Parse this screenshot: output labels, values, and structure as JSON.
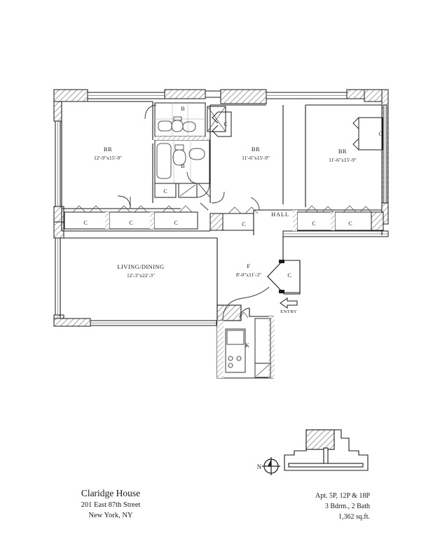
{
  "document": {
    "type": "apartment-floor-plan"
  },
  "rooms": [
    {
      "id": "br-left",
      "name": "BR",
      "dim": "12'-9\"x15'-9\""
    },
    {
      "id": "br-mid",
      "name": "BR",
      "dim": "11'-6\"x15'-9\""
    },
    {
      "id": "br-right",
      "name": "BR",
      "dim": "11'-6\"x15'-9\""
    },
    {
      "id": "living",
      "name": "LIVING/DINING",
      "dim": "12'-3\"x22'-3\""
    },
    {
      "id": "foyer",
      "name": "F",
      "dim": "8'-0\"x11'-3\""
    }
  ],
  "tags": {
    "bath": "B",
    "closet": "C",
    "kitchen": "K",
    "hall": "HALL",
    "entry": "ENTRY",
    "north": "N"
  },
  "closets": [
    {
      "id": "c-bath-sm"
    },
    {
      "id": "c-bath-lo"
    },
    {
      "id": "c-br-mid-top"
    },
    {
      "id": "c-br-right"
    },
    {
      "id": "c-hall-1"
    },
    {
      "id": "c-hall-2"
    },
    {
      "id": "c-hall-3"
    },
    {
      "id": "c-hall-4"
    },
    {
      "id": "c-hall-5"
    },
    {
      "id": "c-hall-6"
    },
    {
      "id": "c-foyer"
    }
  ],
  "baths": [
    {
      "id": "bath-upper"
    },
    {
      "id": "bath-lower"
    }
  ],
  "caption_left": {
    "title": "Claridge House",
    "address": "201 East 87th Street",
    "city": "New York, NY"
  },
  "caption_right": {
    "apts": "Apt. 5P, 12P & 18P",
    "beds_baths": "3 Bdrm., 2 Bath",
    "area": "1,362 sq.ft."
  },
  "colors": {
    "line": "#1a1a1a",
    "hatch": "#6e6e6e",
    "paper": "#ffffff"
  }
}
